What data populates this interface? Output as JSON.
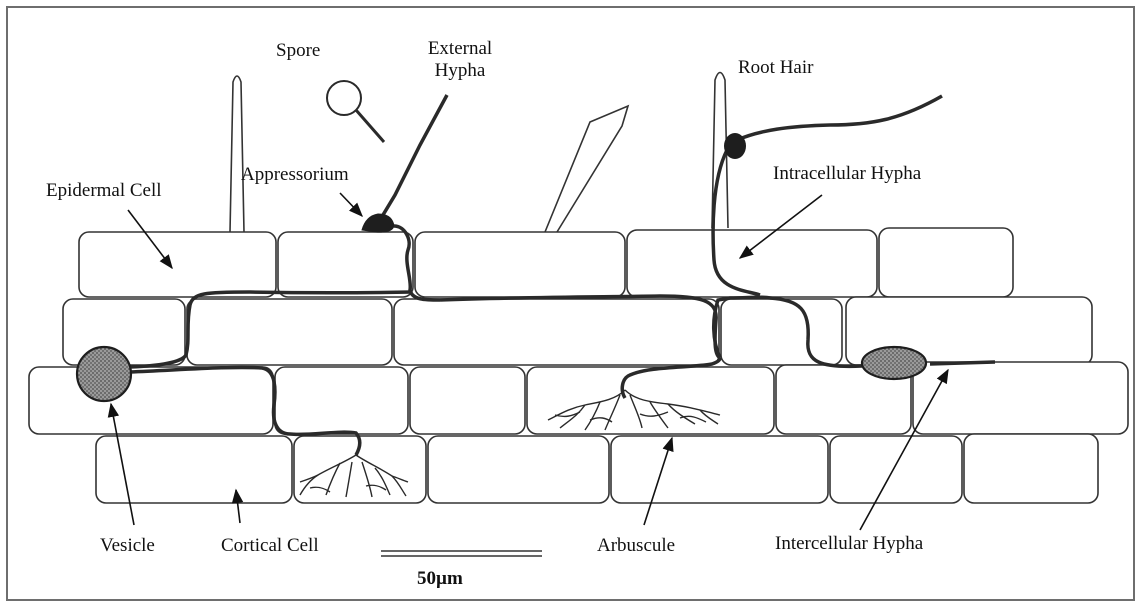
{
  "labels": {
    "spore": "Spore",
    "external_hypha_line1": "External",
    "external_hypha_line2": "Hypha",
    "root_hair": "Root Hair",
    "appressorium": "Appressorium",
    "intracellular_hypha": "Intracellular Hypha",
    "epidermal_cell": "Epidermal Cell",
    "vesicle": "Vesicle",
    "cortical_cell": "Cortical Cell",
    "arbuscule": "Arbuscule",
    "intercellular_hypha": "Intercellular Hypha"
  },
  "scale_bar": {
    "label": "50µm"
  },
  "colors": {
    "border": "#6e6e6e",
    "cell_outline": "#333333",
    "hypha": "#2a2a2a",
    "vesicle_fill": "#8a8a8a",
    "text": "#111111"
  }
}
